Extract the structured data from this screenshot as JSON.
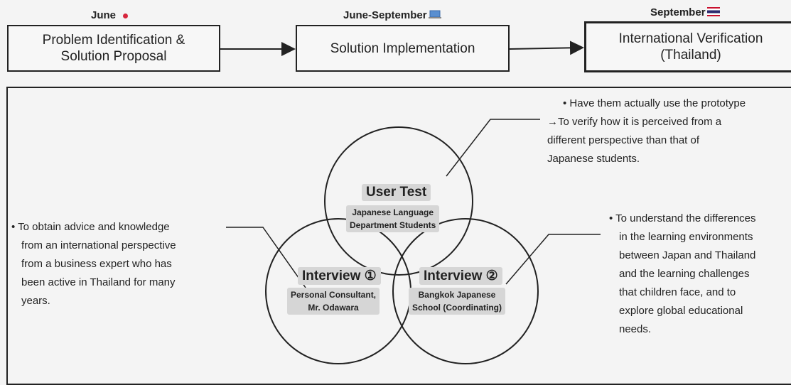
{
  "phases": [
    {
      "label": "June",
      "flag": "japan-flag-icon",
      "title_line1": "Problem Identification &",
      "title_line2": "Solution Proposal"
    },
    {
      "label": "June-September",
      "flag": "laptop-icon",
      "title_line1": "Solution Implementation",
      "title_line2": ""
    },
    {
      "label": "September",
      "flag": "thailand-flag-icon",
      "title_line1": "International Verification",
      "title_line2": "(Thailand)"
    }
  ],
  "circles": {
    "user_test": {
      "title": "User Test",
      "sub1": "Japanese Language",
      "sub2": "Department Students"
    },
    "interview1": {
      "title": "Interview ①",
      "sub1": "Personal Consultant,",
      "sub2": "Mr. Odawara"
    },
    "interview2": {
      "title": "Interview ②",
      "sub1": "Bangkok Japanese",
      "sub2": "School (Coordinating)"
    }
  },
  "notes": {
    "top_right": [
      "• Have them actually use the prototype",
      "→To verify how it is perceived from a",
      "different perspective than that of",
      "Japanese students."
    ],
    "left": [
      "• To obtain advice and knowledge",
      "from an international perspective",
      "from a business expert who has",
      "been active in Thailand for many",
      "years."
    ],
    "right": [
      "• To understand the differences",
      "in the learning environments",
      "between Japan and Thailand",
      "and the learning challenges",
      "that children face, and to",
      "explore global educational",
      "needs."
    ]
  },
  "colors": {
    "japan_red": "#d7263d",
    "thai_red": "#c8102e",
    "thai_blue": "#2d2a6e",
    "laptop": "#5a8fd0"
  }
}
